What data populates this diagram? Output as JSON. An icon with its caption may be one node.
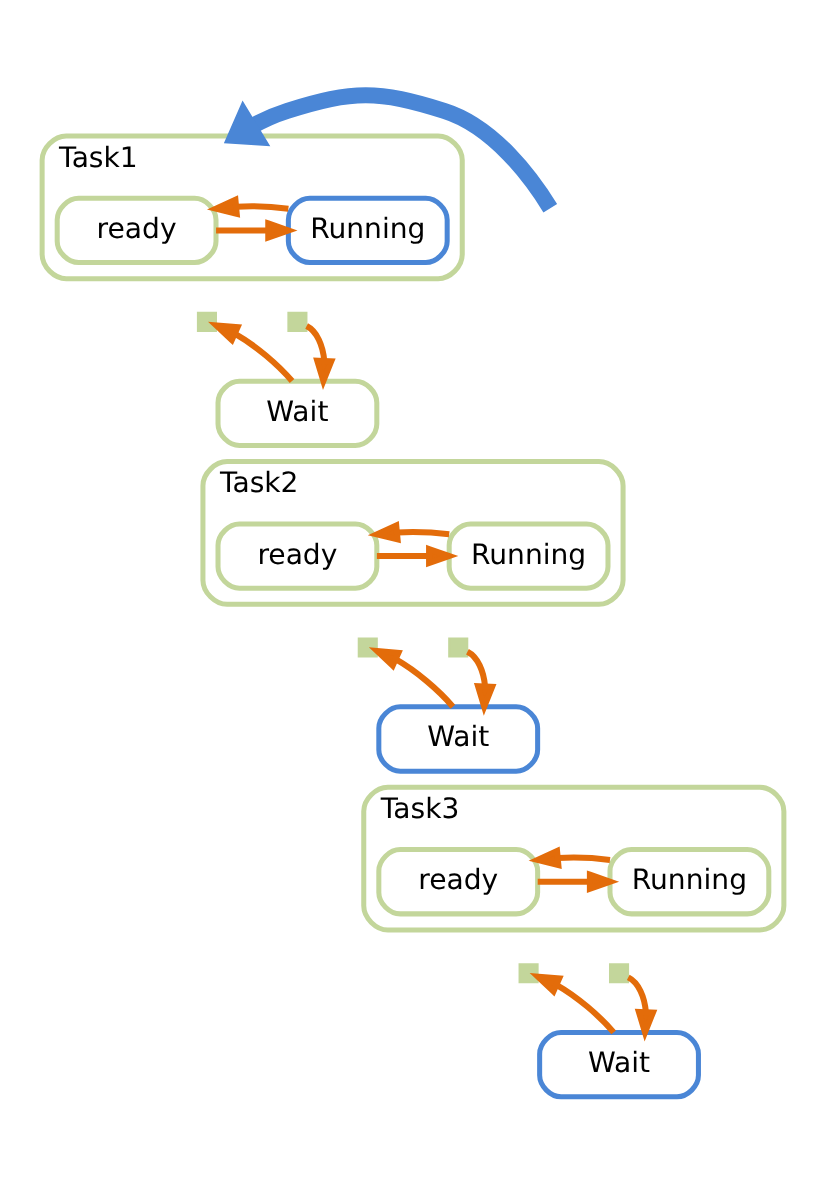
{
  "diagram": {
    "nodes": [
      {
        "text": [
          "Task1"
        ]
      },
      {
        "text": [
          "ready"
        ],
        "in": 0
      },
      {
        "text": [
          "Running"
        ],
        "in": 0
      },
      {
        "text": [],
        "shape": "box"
      },
      {
        "text": [],
        "shape": "box"
      },
      {
        "text": [
          "Wait"
        ]
      },
      {
        "text": [
          "Task2"
        ]
      },
      {
        "text": [
          "ready"
        ],
        "in": 6
      },
      {
        "text": [
          "Running"
        ],
        "in": 6
      },
      {
        "text": [],
        "shape": "box"
      },
      {
        "text": [],
        "shape": "box"
      },
      {
        "text": [
          "Wait"
        ]
      },
      {
        "text": [
          "Task3"
        ]
      },
      {
        "text": [
          "ready"
        ],
        "in": 12
      },
      {
        "text": [
          "Running"
        ],
        "in": 12
      },
      {
        "text": [],
        "shape": "box"
      },
      {
        "text": [],
        "shape": "box"
      },
      {
        "text": [
          "Wait"
        ]
      }
    ],
    "edges": [
      {
        "from": null,
        "to": 0,
        "arrow": "to",
        "style": "thick",
        "color": "#4a86d6"
      },
      {
        "from": 1,
        "to": 2,
        "arrow": "to"
      },
      {
        "from": 2,
        "to": 1,
        "arrow": "to"
      },
      {
        "from": 4,
        "to": 5,
        "arrow": "to"
      },
      {
        "from": 5,
        "to": 3,
        "arrow": "to"
      },
      {
        "from": 7,
        "to": 8,
        "arrow": "to"
      },
      {
        "from": 8,
        "to": 7,
        "arrow": "to"
      },
      {
        "from": 10,
        "to": 11,
        "arrow": "to"
      },
      {
        "from": 11,
        "to": 9,
        "arrow": "to"
      },
      {
        "from": 13,
        "to": 14,
        "arrow": "to"
      },
      {
        "from": 14,
        "to": 13,
        "arrow": "to"
      },
      {
        "from": 16,
        "to": 17,
        "arrow": "to"
      },
      {
        "from": 17,
        "to": 15,
        "arrow": "to"
      }
    ]
  }
}
